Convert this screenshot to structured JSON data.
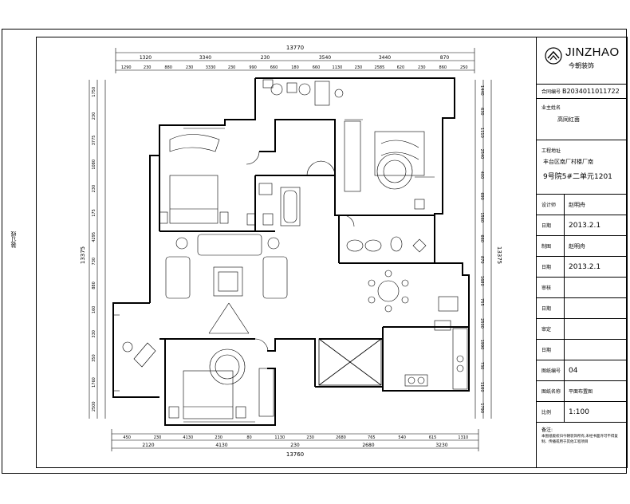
{
  "stamp": "装订线",
  "dimensions": {
    "top_total": "13770",
    "bottom_total": "13760",
    "right_total": "13375",
    "left_total": "13375",
    "top_row1": [
      "1320",
      "3340",
      "230",
      "3540",
      "3440",
      "870"
    ],
    "top_row2": [
      "1290",
      "230",
      "880",
      "230",
      "3330",
      "230",
      "990",
      "660",
      "180",
      "660",
      "1130",
      "230",
      "2585",
      "620",
      "230",
      "860",
      "250"
    ],
    "bottom_row1": [
      "450",
      "230",
      "4130",
      "230",
      "80",
      "1130",
      "230",
      "2680",
      "765",
      "540",
      "615",
      "1310"
    ],
    "bottom_row2": [
      "2120",
      "4130",
      "230",
      "2680",
      "3230"
    ],
    "left_col": [
      "1750",
      "230",
      "3775",
      "1080",
      "230",
      "175",
      "4295",
      "730",
      "880",
      "160",
      "330",
      "350",
      "1760",
      "2500"
    ],
    "right_col": [
      "1440",
      "630",
      "1110",
      "2540",
      "400",
      "690",
      "1560",
      "660",
      "870",
      "1680",
      "755",
      "2500",
      "1990",
      "730",
      "1160",
      "1790"
    ]
  },
  "titleblock": {
    "brand": "JINZHAO",
    "brand_cn": "今朝装饰",
    "contract_label": "合同编号",
    "contract_no": "B2034011011722",
    "client_label": "业主姓名",
    "client_name": "高同红茵",
    "project_label": "工程地址",
    "project_addr_1": "丰台区南厂村楼厂南",
    "project_addr_2": "9号院5#二单元1201",
    "designer_label": "设计师",
    "designer_name": "赵明舟",
    "date1_label": "日期",
    "date1": "2013.2.1",
    "drafter_label": "制图",
    "drafter_name": "赵明舟",
    "date2_label": "日期",
    "date2": "2013.2.1",
    "check_label": "审核",
    "check_date_label": "日期",
    "approve_label": "审定",
    "approve_date_label": "日期",
    "sheet_label": "图纸编号",
    "sheet_no": "04",
    "sheet_name_label": "图纸名称",
    "sheet_name": "平面布置图",
    "scale_label": "比例",
    "scale": "1:100",
    "note_label": "备注:",
    "note": "本图纸版权归今朝装饰所有,未经书面许可不得复制、传播或用于其他工程项目"
  }
}
